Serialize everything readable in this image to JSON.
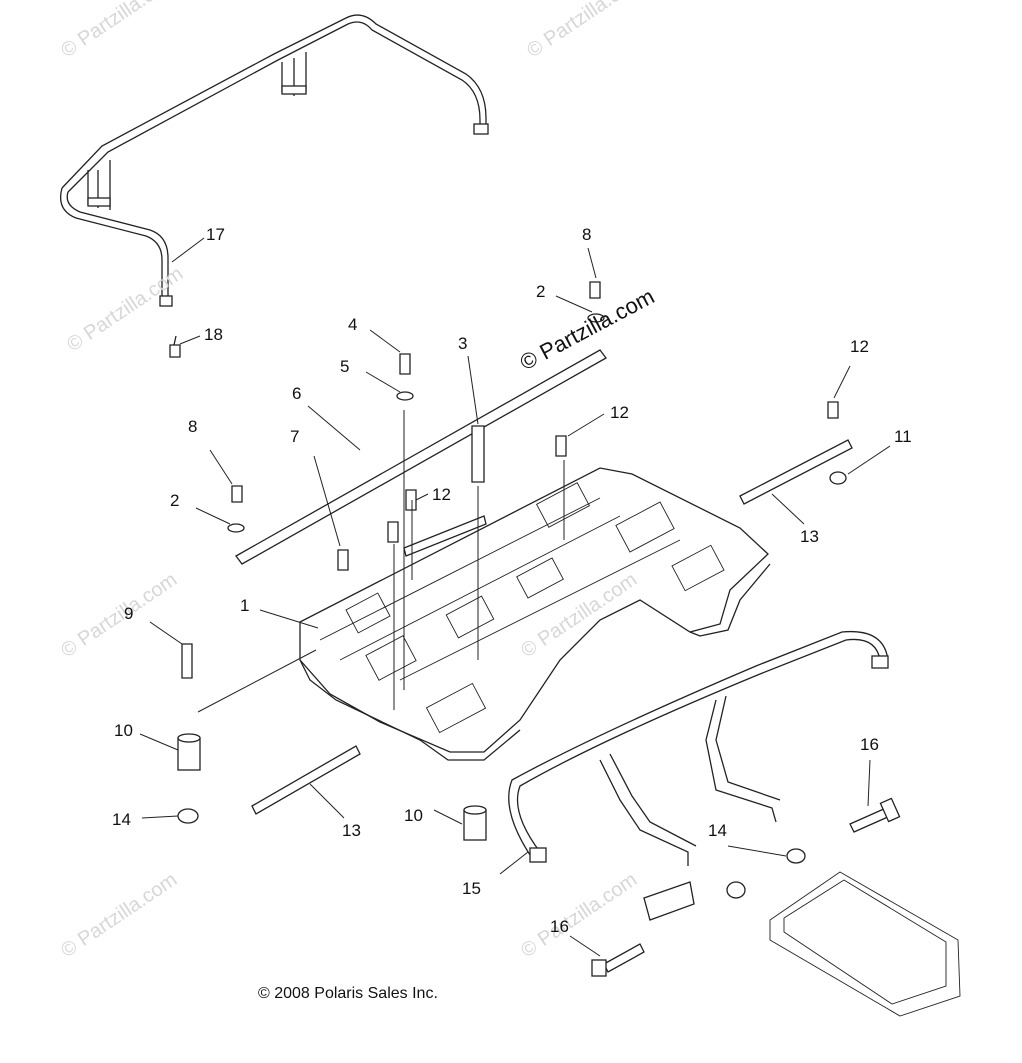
{
  "callouts": [
    {
      "id": "c17",
      "text": "17"
    },
    {
      "id": "c18",
      "text": "18"
    },
    {
      "id": "c8a",
      "text": "8"
    },
    {
      "id": "c2a",
      "text": "2"
    },
    {
      "id": "c4",
      "text": "4"
    },
    {
      "id": "c5",
      "text": "5"
    },
    {
      "id": "c3",
      "text": "3"
    },
    {
      "id": "c12a",
      "text": "12"
    },
    {
      "id": "c12b",
      "text": "12"
    },
    {
      "id": "c6",
      "text": "6"
    },
    {
      "id": "c8b",
      "text": "8"
    },
    {
      "id": "c7",
      "text": "7"
    },
    {
      "id": "c12c",
      "text": "12"
    },
    {
      "id": "c2b",
      "text": "2"
    },
    {
      "id": "c11",
      "text": "11"
    },
    {
      "id": "c13a",
      "text": "13"
    },
    {
      "id": "c9",
      "text": "9"
    },
    {
      "id": "c1",
      "text": "1"
    },
    {
      "id": "c10a",
      "text": "10"
    },
    {
      "id": "c14a",
      "text": "14"
    },
    {
      "id": "c13b",
      "text": "13"
    },
    {
      "id": "c10b",
      "text": "10"
    },
    {
      "id": "c16a",
      "text": "16"
    },
    {
      "id": "c14b",
      "text": "14"
    },
    {
      "id": "c15",
      "text": "15"
    },
    {
      "id": "c16b",
      "text": "16"
    }
  ],
  "watermark": "© Partzilla.com",
  "copyright": "© 2008 Polaris Sales Inc."
}
